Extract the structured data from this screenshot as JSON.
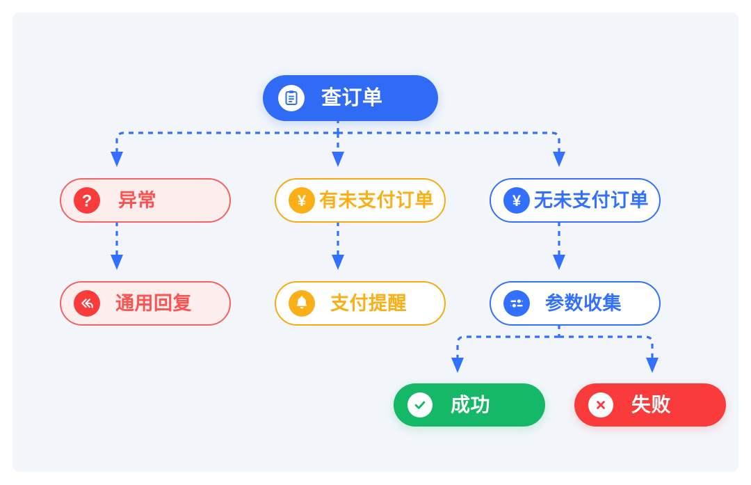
{
  "panel": {
    "background_color": "#f2f6fa",
    "outer_background_color": "#ffffff"
  },
  "diagram": {
    "type": "flowchart",
    "title": "查订单",
    "edge_color": "#3370ff",
    "edge_style": "dashed",
    "nodes": [
      {
        "id": "root",
        "label": "查订单",
        "icon": "clipboard-list-icon",
        "level": 1,
        "fill": "#2f6bf5",
        "border": "#2f6bf5",
        "text_color": "#ffffff",
        "style": "filled"
      },
      {
        "id": "exception",
        "label": "异常",
        "icon": "question-mark-icon",
        "level": 2,
        "fill": "#fdeeee",
        "border": "#f46262",
        "text_color": "#fb5252",
        "style": "tinted"
      },
      {
        "id": "has-unpaid",
        "label": "有未支付订单",
        "icon": "yen-coin-icon",
        "level": 2,
        "fill": "#ffffff",
        "border": "#f6ab13",
        "text_color": "#fbaf17",
        "style": "outlined"
      },
      {
        "id": "no-unpaid",
        "label": "无未支付订单",
        "icon": "yen-coin-icon",
        "level": 2,
        "fill": "#ffffff",
        "border": "#3370ff",
        "text_color": "#3370ff",
        "style": "outlined"
      },
      {
        "id": "general-reply",
        "label": "通用回复",
        "icon": "reply-all-icon",
        "level": 3,
        "fill": "#fdeeee",
        "border": "#f46262",
        "text_color": "#fb5252",
        "style": "tinted"
      },
      {
        "id": "payment-reminder",
        "label": "支付提醒",
        "icon": "bell-icon",
        "level": 3,
        "fill": "#ffffff",
        "border": "#f6ab13",
        "text_color": "#fbaf17",
        "style": "outlined"
      },
      {
        "id": "param-collect",
        "label": "参数收集",
        "icon": "sliders-icon",
        "level": 3,
        "fill": "#ffffff",
        "border": "#3370ff",
        "text_color": "#3370ff",
        "style": "outlined"
      },
      {
        "id": "success",
        "label": "成功",
        "icon": "check-circle-icon",
        "level": 4,
        "fill": "#14b866",
        "border": "#14b866",
        "text_color": "#ffffff",
        "style": "filled"
      },
      {
        "id": "failure",
        "label": "失败",
        "icon": "x-circle-icon",
        "level": 4,
        "fill": "#f93b3b",
        "border": "#f93b3b",
        "text_color": "#ffffff",
        "style": "filled"
      }
    ],
    "edges": [
      {
        "from": "root",
        "to": "exception"
      },
      {
        "from": "root",
        "to": "has-unpaid"
      },
      {
        "from": "root",
        "to": "no-unpaid"
      },
      {
        "from": "exception",
        "to": "general-reply"
      },
      {
        "from": "has-unpaid",
        "to": "payment-reminder"
      },
      {
        "from": "no-unpaid",
        "to": "param-collect"
      },
      {
        "from": "param-collect",
        "to": "success"
      },
      {
        "from": "param-collect",
        "to": "failure"
      }
    ],
    "icon_glyphs": {
      "yen-coin-icon": "¥"
    }
  }
}
